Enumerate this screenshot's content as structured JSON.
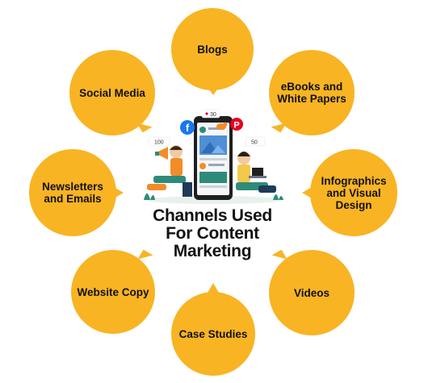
{
  "title": {
    "line1": "Channels Used",
    "line2": "For Content",
    "line3": "Marketing"
  },
  "colors": {
    "bubble": "#F8B423",
    "text": "#111111",
    "phone": "#1F1F22",
    "teal": "#2E8B7A",
    "orange": "#F28C28"
  },
  "channels": [
    {
      "id": "blogs",
      "label": "Blogs"
    },
    {
      "id": "ebooks",
      "label": "eBooks and White Papers"
    },
    {
      "id": "infographics",
      "label": "Infographics and Visual Design"
    },
    {
      "id": "videos",
      "label": "Videos"
    },
    {
      "id": "case-studies",
      "label": "Case Studies"
    },
    {
      "id": "website-copy",
      "label": "Website Copy"
    },
    {
      "id": "newsletters",
      "label": "Newsletters and Emails"
    },
    {
      "id": "social-media",
      "label": "Social Media"
    }
  ],
  "illustration": {
    "like_count": "30",
    "views_count": "100",
    "followers_count": "50",
    "icons": [
      "facebook-icon",
      "pinterest-icon",
      "bird-icon",
      "megaphone-icon",
      "laptop-icon",
      "like-icon"
    ]
  }
}
